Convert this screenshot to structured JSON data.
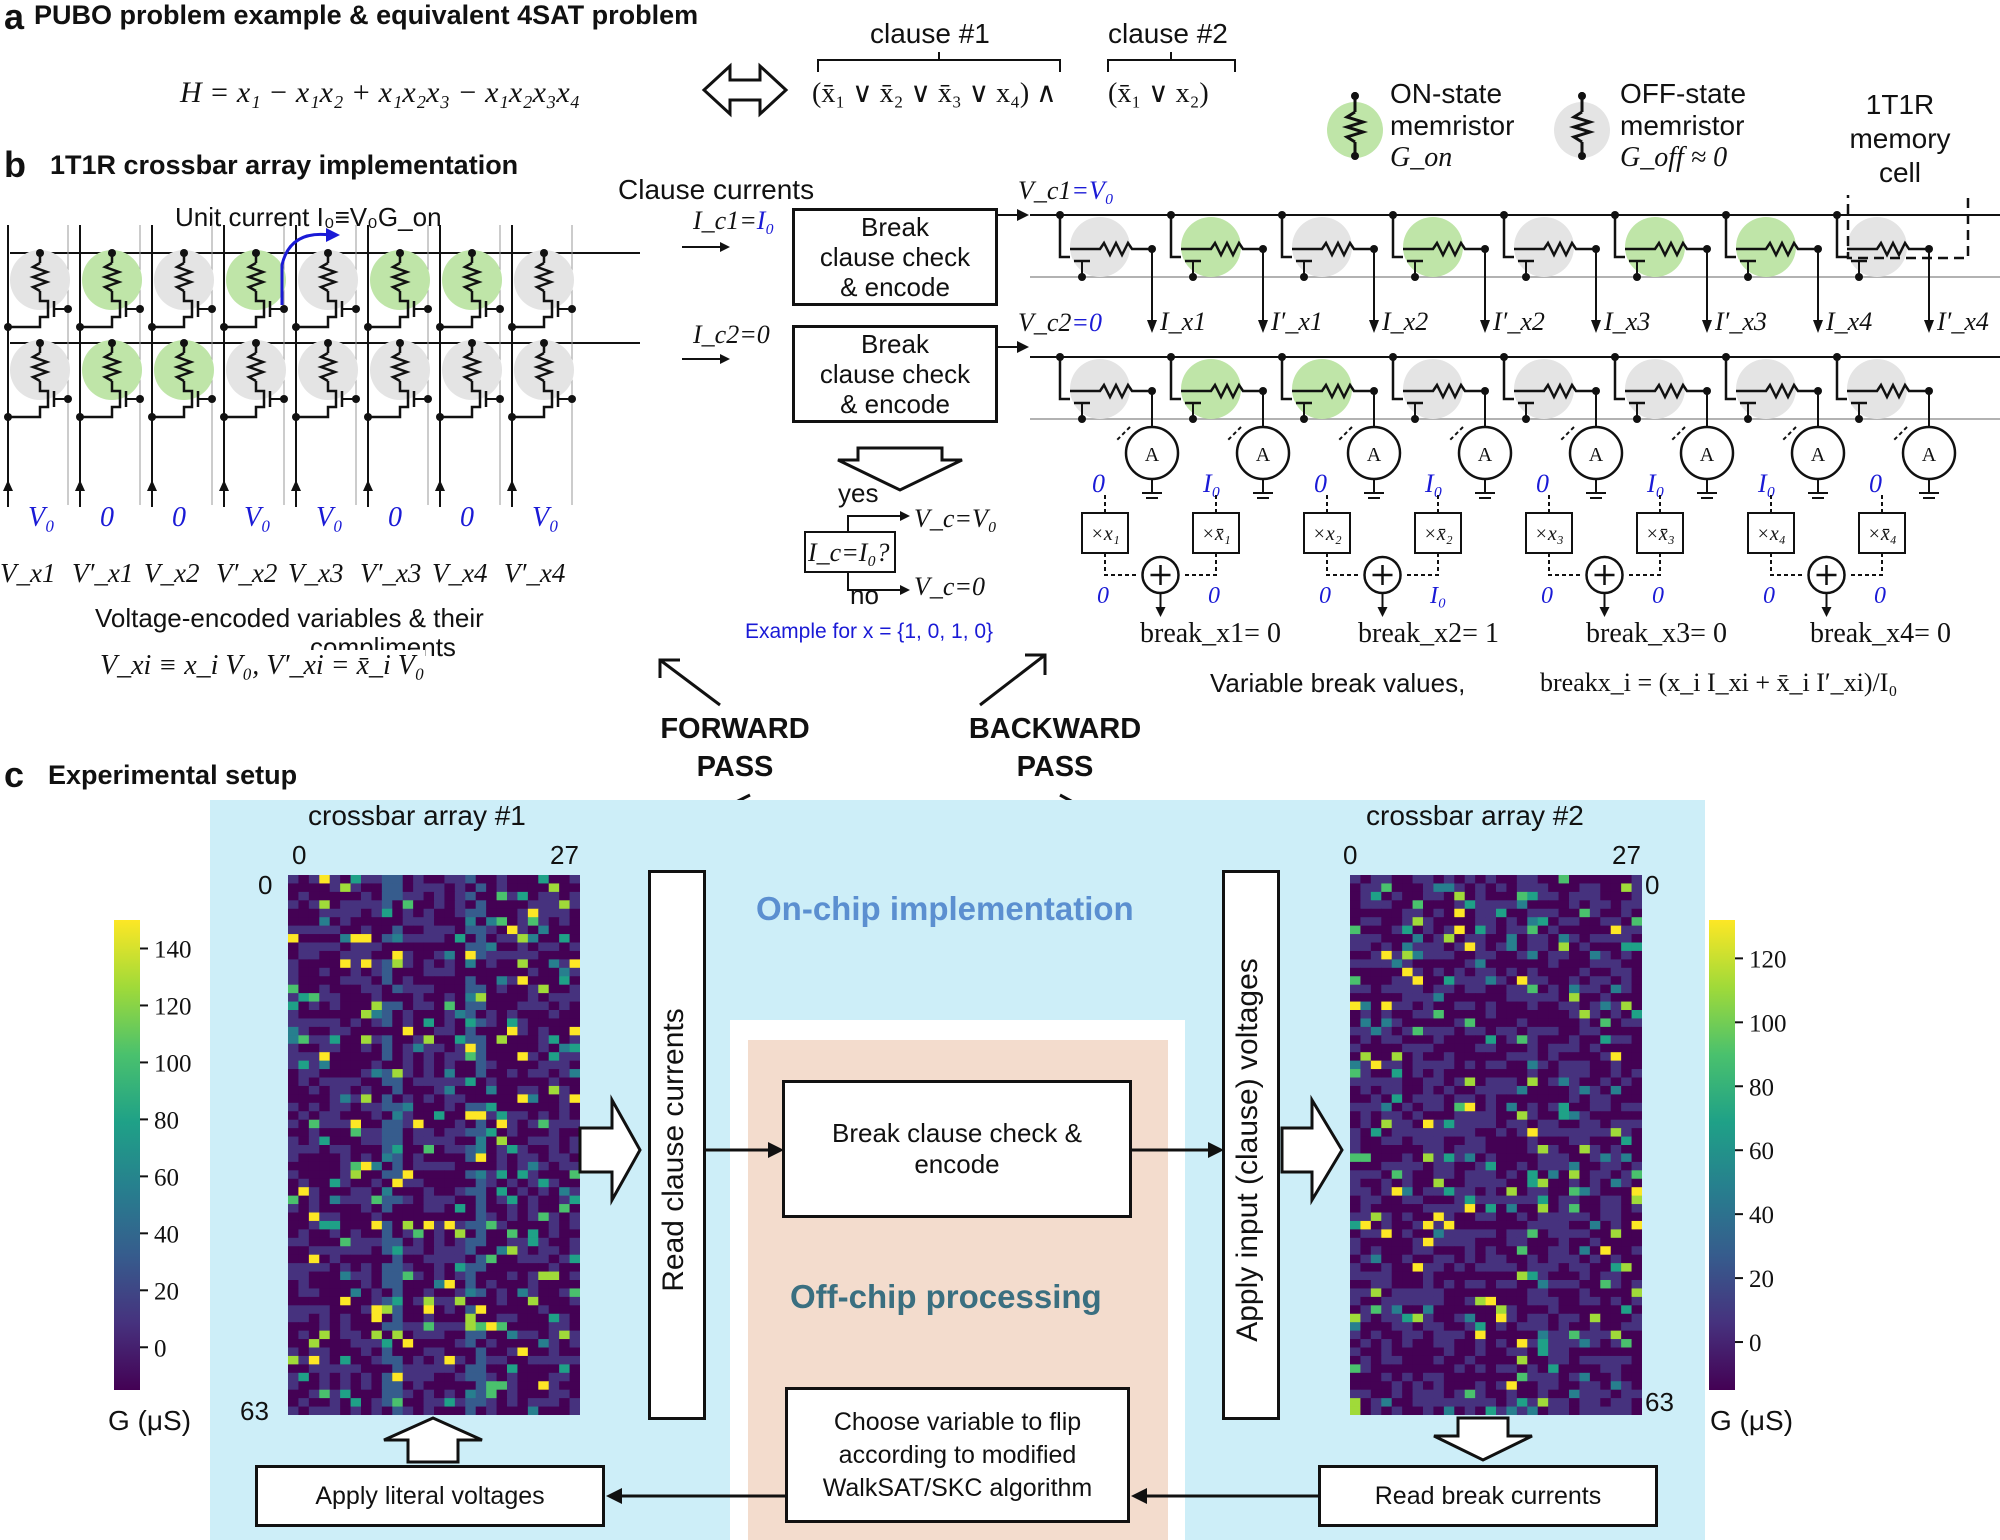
{
  "panel_a": {
    "letter": "a",
    "title": "PUBO problem example & equivalent 4SAT problem",
    "hamiltonian": "H = x₁ − x₁x₂ + x₁x₂x₃ − x₁x₂x₃x₄",
    "clause1_label": "clause #1",
    "clause2_label": "clause #2",
    "clause1": "(x̄₁ ∨ x̄₂ ∨ x̄₃ ∨ x₄) ∧",
    "clause2": "(x̄₁ ∨ x₂)"
  },
  "legend": {
    "on_title": "ON-state",
    "on_sub": "memristor",
    "on_g": "G_on",
    "off_title": "OFF-state",
    "off_sub": "memristor",
    "off_g": "G_off ≈ 0",
    "cell_l1": "1T1R",
    "cell_l2": "memory",
    "cell_l3": "cell",
    "on_color": "#bfe5a8",
    "off_color": "#e4e4e4"
  },
  "panel_b": {
    "letter": "b",
    "title": "1T1R crossbar array implementation",
    "unit_current": "Unit current I₀≡V₀G_on",
    "clause_currents": "Clause currents",
    "ic1_label": "I_c1=",
    "ic1_value": "I₀",
    "ic2_label": "I_c2=0",
    "box_line1": "Break",
    "box_line2": "clause check",
    "box_line3": "& encode",
    "yes": "yes",
    "no": "no",
    "cond": "I_c=I₀?",
    "vc_yes": "V_c=V₀",
    "vc_no": "V_c=0",
    "example": "Example for x = {1, 0, 1, 0}",
    "vc1_label": "V_c1",
    "vc1_value": "=V₀",
    "vc2_label": "V_c2",
    "vc2_value": "=0",
    "input_values": [
      "V₀",
      "0",
      "0",
      "V₀",
      "V₀",
      "0",
      "0",
      "V₀"
    ],
    "input_labels": [
      "V_x1",
      "V′_x1",
      "V_x2",
      "V′_x2",
      "V_x3",
      "V′_x3",
      "V_x4",
      "V′_x4"
    ],
    "var_caption1": "Voltage-encoded variables & their",
    "var_caption2": "compliments",
    "var_formula": "V_xi ≡ x_i V₀,  V′_xi = x̄_i V₀",
    "currents": [
      "I_x1",
      "I′_x1",
      "I_x2",
      "I′_x2",
      "I_x3",
      "I′_x3",
      "I_x4",
      "I′_x4"
    ],
    "ammeter_values": [
      "0",
      "I₀",
      "0",
      "I₀",
      "0",
      "I₀",
      "I₀",
      "0"
    ],
    "multipliers": [
      "×x₁",
      "×x̄₁",
      "×x₂",
      "×x̄₂",
      "×x₃",
      "×x̄₃",
      "×x₄",
      "×x̄₄"
    ],
    "sum_inputs": [
      "0",
      "0",
      "0",
      "I₀",
      "0",
      "0",
      "0",
      "0"
    ],
    "breaks": [
      "break_x1= 0",
      "break_x2= 1",
      "break_x3= 0",
      "break_x4= 0"
    ],
    "break_caption": "Variable break values,",
    "break_formula": "breakx_i = (x_i I_xi + x̄_i I′_xi)/I₀",
    "forward": "FORWARD",
    "backward": "BACKWARD",
    "pass": "PASS",
    "left_top_states": [
      0,
      1,
      0,
      1,
      0,
      1,
      1,
      0
    ],
    "left_bottom_states": [
      0,
      1,
      1,
      0,
      0,
      0,
      0,
      0
    ],
    "right_top_states": [
      0,
      1,
      0,
      1,
      0,
      1,
      1,
      0
    ],
    "right_bottom_states": [
      0,
      1,
      1,
      0,
      0,
      0,
      0,
      0
    ]
  },
  "panel_c": {
    "letter": "c",
    "title": "Experimental setup",
    "array1_title": "crossbar array #1",
    "array2_title": "crossbar array #2",
    "col_start": "0",
    "col_end": "27",
    "row_start": "0",
    "row_end": "63",
    "onchip": "On-chip implementation",
    "offchip": "Off-chip processing",
    "read_clause": "Read clause currents",
    "apply_input": "Apply input (clause) voltages",
    "break_check": "Break clause check & encode",
    "choose_var": "Choose variable to flip according to modified WalkSAT/SKC algorithm",
    "apply_literal": "Apply literal voltages",
    "read_break": "Read break currents",
    "cb1_ticks": [
      "140",
      "120",
      "100",
      "80",
      "60",
      "40",
      "20",
      "0"
    ],
    "cb2_ticks": [
      "120",
      "100",
      "80",
      "60",
      "40",
      "20",
      "0"
    ],
    "cb_label": "G (μS)",
    "onchip_color": "#cdeef8",
    "offchip_color": "#f3dccd",
    "onchip_text_color": "#5b8fd0",
    "offchip_text_color": "#3a6f80"
  }
}
